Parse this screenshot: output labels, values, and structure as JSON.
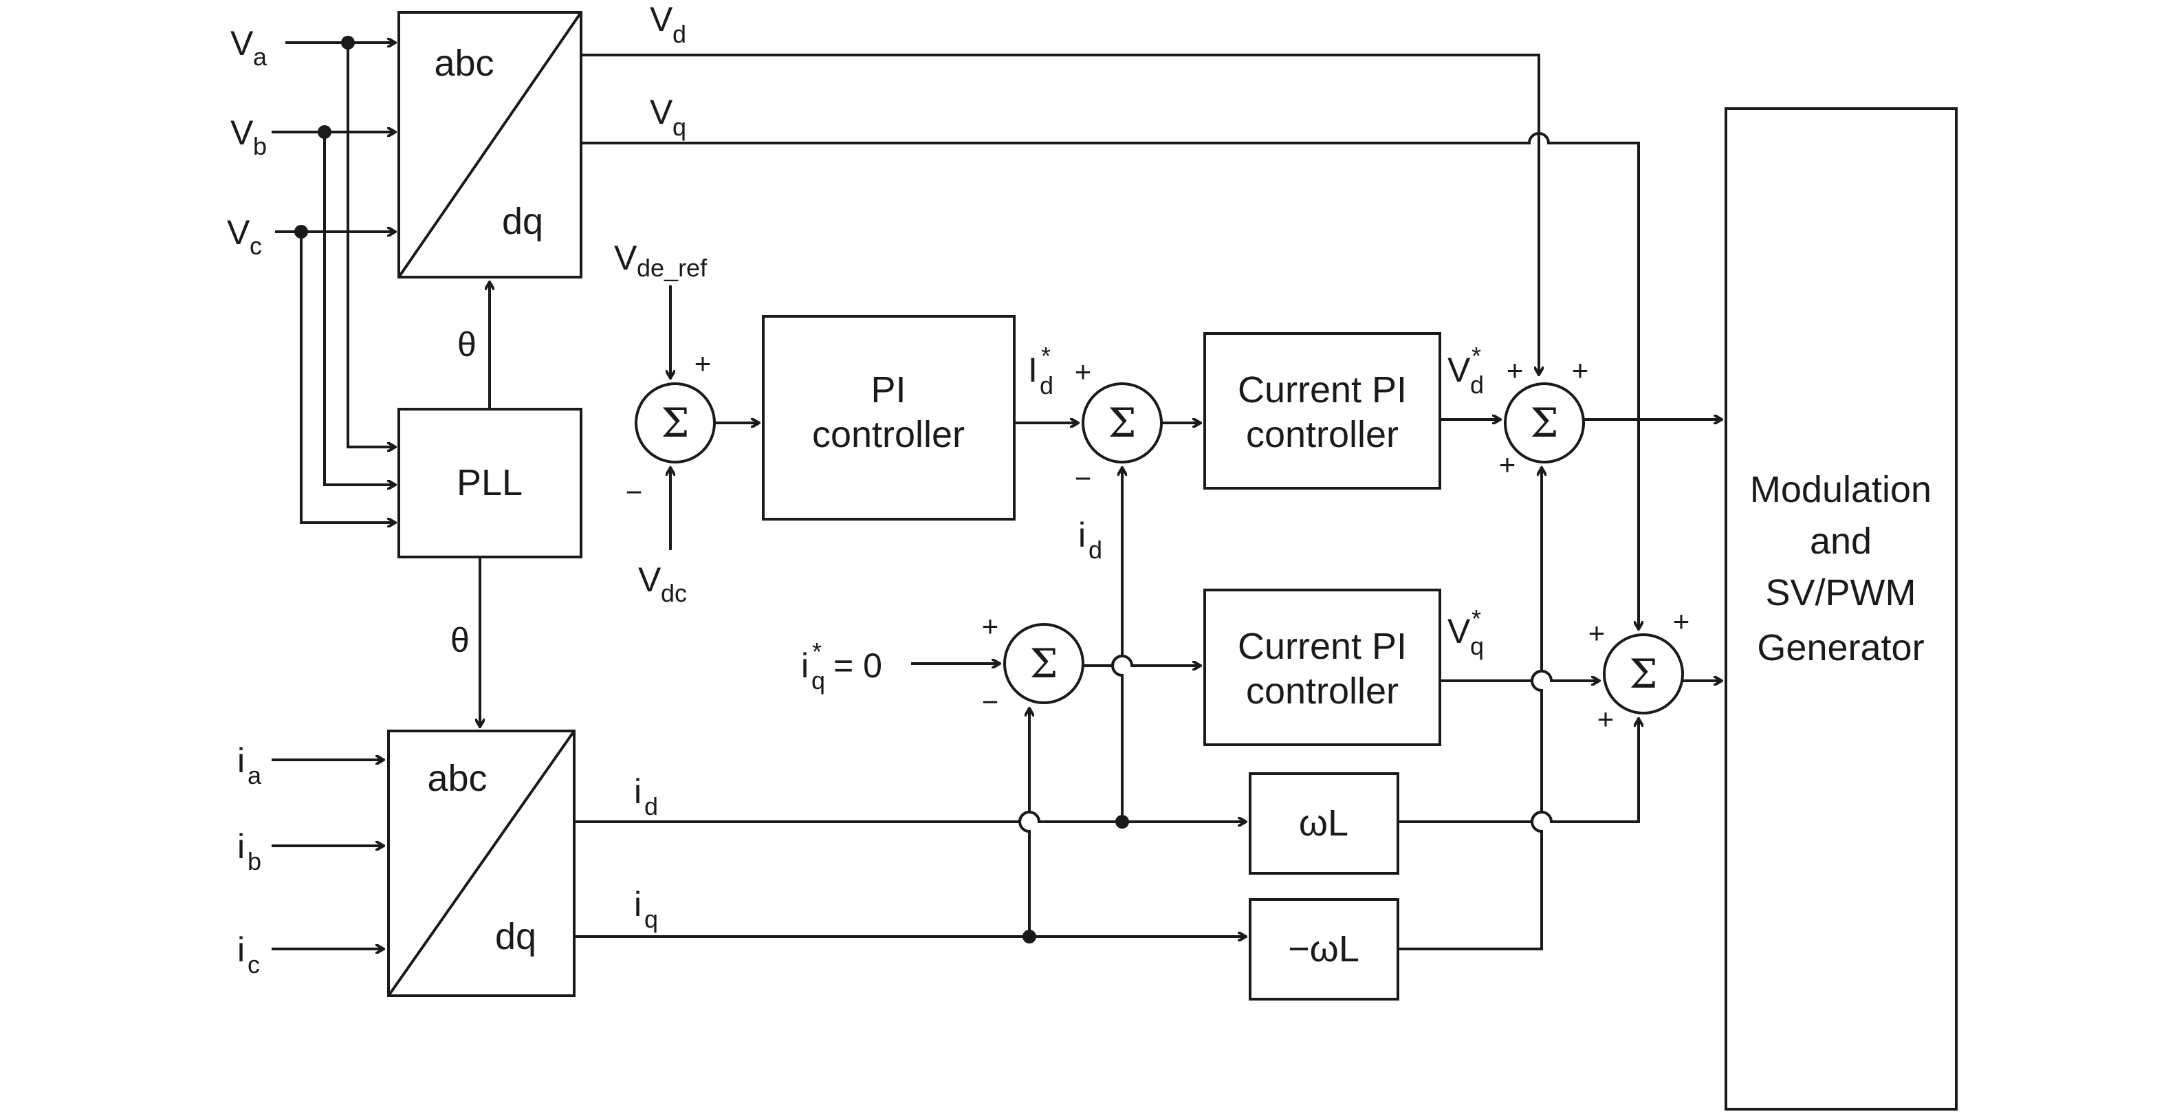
{
  "blocks": {
    "abc_dq_voltage": {
      "top": "abc",
      "bottom": "dq"
    },
    "abc_dq_current": {
      "top": "abc",
      "bottom": "dq"
    },
    "pll": "PLL",
    "pi_controller": [
      "PI",
      "controller"
    ],
    "current_pi_d": [
      "Current PI",
      "controller"
    ],
    "current_pi_q": [
      "Current PI",
      "controller"
    ],
    "omega_l": "ωL",
    "neg_omega_l": "−ωL",
    "modulation": [
      "Modulation",
      "and",
      "SV/PWM",
      "Generator"
    ]
  },
  "signals": {
    "va": {
      "main": "V",
      "sub": "a"
    },
    "vb": {
      "main": "V",
      "sub": "b"
    },
    "vc": {
      "main": "V",
      "sub": "c"
    },
    "ia": {
      "main": "i",
      "sub": "a"
    },
    "ib": {
      "main": "i",
      "sub": "b"
    },
    "ic": {
      "main": "i",
      "sub": "c"
    },
    "vd": {
      "main": "V",
      "sub": "d"
    },
    "vq": {
      "main": "V",
      "sub": "q"
    },
    "theta_top": "θ",
    "theta_bottom": "θ",
    "vdc_ref": {
      "main": "V",
      "sub": "de_ref"
    },
    "vdc": {
      "main": "V",
      "sub": "dc"
    },
    "id_ref": {
      "main": "I",
      "sub": "d",
      "sup": "*"
    },
    "id_feedback": {
      "main": "i",
      "sub": "d"
    },
    "iq_ref": {
      "main": "i",
      "sub": "q",
      "sup": "*",
      "suffix": "= 0"
    },
    "vd_ref": {
      "main": "V",
      "sub": "d",
      "sup": "*"
    },
    "vq_ref": {
      "main": "V",
      "sub": "q",
      "sup": "*"
    },
    "id_out": {
      "main": "i",
      "sub": "d"
    },
    "iq_out": {
      "main": "i",
      "sub": "q"
    }
  },
  "summers": {
    "symbol": "Σ",
    "dc_sum": {
      "top": "+",
      "bottom": "−"
    },
    "id_sum": {
      "left": "+",
      "bottom": "−"
    },
    "iq_sum": {
      "top": "+",
      "bottom": "−"
    },
    "vd_sum": {
      "top_left": "+",
      "top_right": "+",
      "bottom": "+"
    },
    "vq_sum": {
      "top_left": "+",
      "top_right": "+",
      "bottom": "+"
    }
  }
}
